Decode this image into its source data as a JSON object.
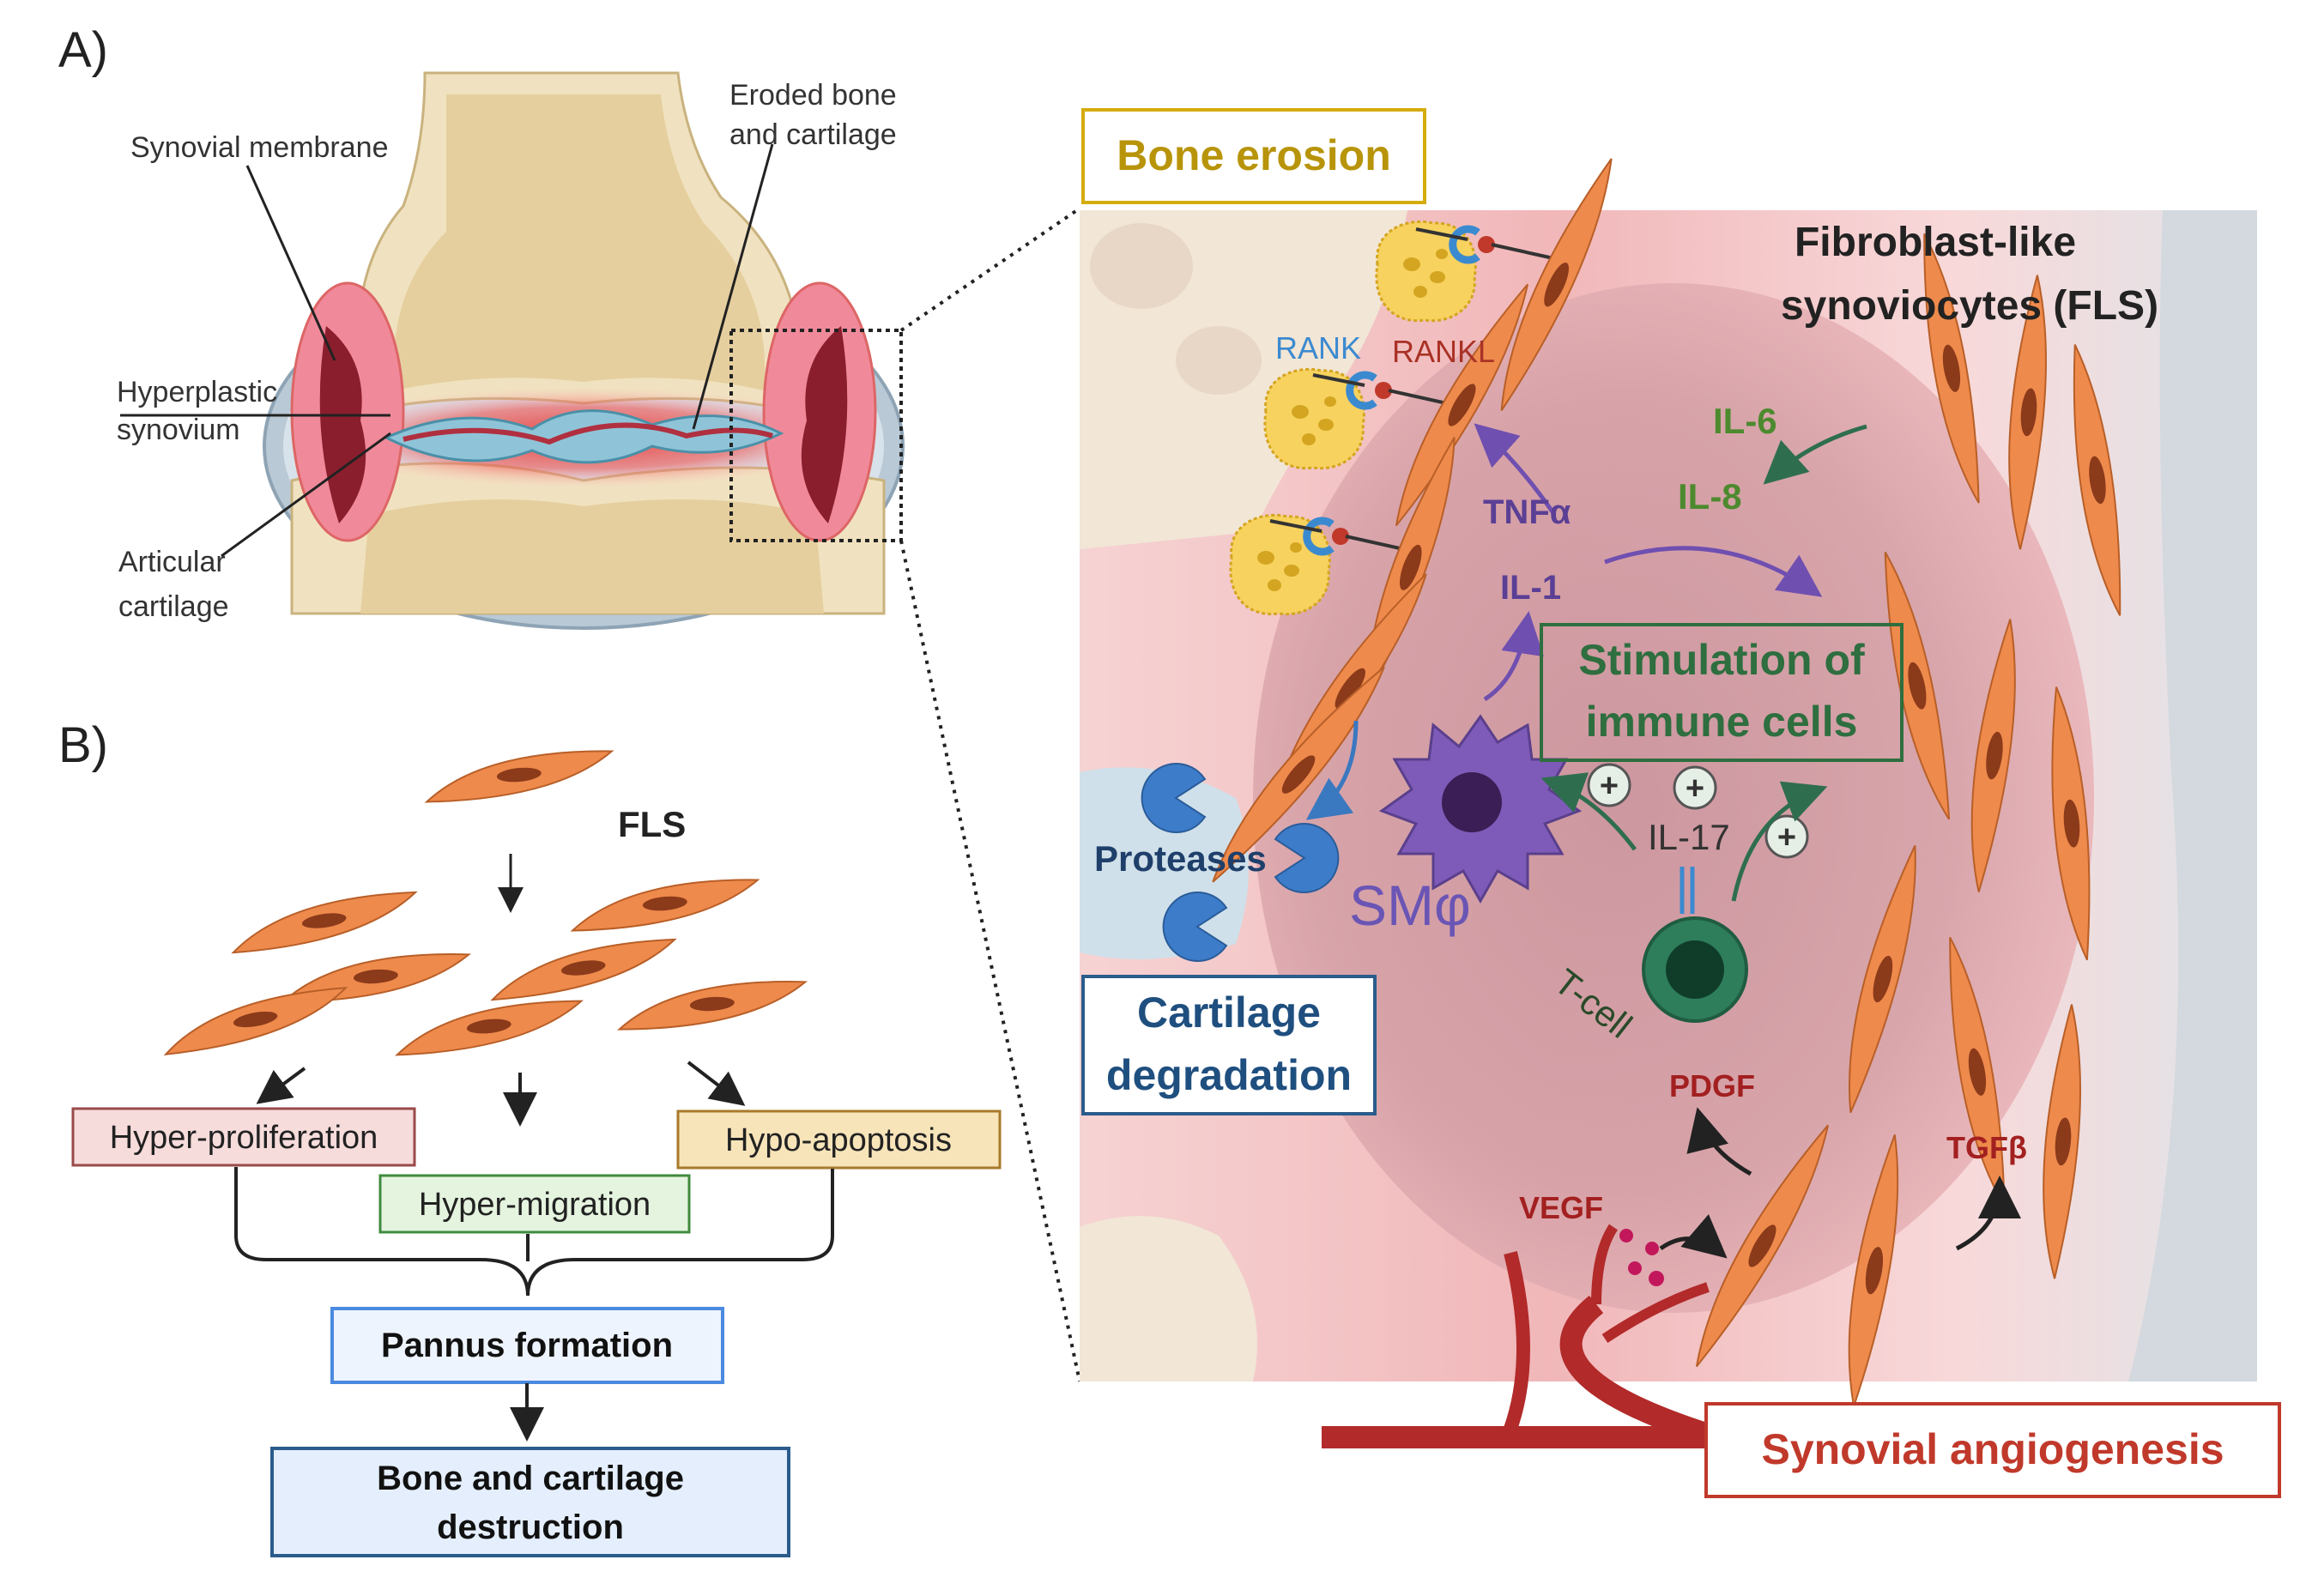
{
  "panel_a": {
    "label": "A)",
    "labels": {
      "synovial_membrane": "Synovial membrane",
      "eroded_line1": "Eroded bone",
      "eroded_line2": "and cartilage",
      "hyper_line1": "Hyperplastic",
      "hyper_line2": "synovium",
      "articular_line1": "Articular",
      "articular_line2": "cartilage"
    }
  },
  "zoom": {
    "bone_erosion": "Bone erosion",
    "fls_line1": "Fibroblast-like",
    "fls_line2": "synoviocytes (FLS)",
    "rank": "RANK",
    "rankl": "RANKL",
    "tnfa": "TNFα",
    "il1": "IL-1",
    "il6": "IL-6",
    "il8": "IL-8",
    "stim_line1": "Stimulation of",
    "stim_line2": "immune cells",
    "il17": "IL-17",
    "plus": "+",
    "proteases": "Proteases",
    "smphi": "SMφ",
    "tcell": "T-cell",
    "cartilage_line1": "Cartilage",
    "cartilage_line2": "degradation",
    "pdgf": "PDGF",
    "tgfb": "TGFβ",
    "vegf": "VEGF",
    "angiogenesis": "Synovial angiogenesis"
  },
  "panel_b": {
    "label": "B)",
    "fls": "FLS",
    "hyper_proliferation": "Hyper-proliferation",
    "hyper_migration": "Hyper-migration",
    "hypo_apoptosis": "Hypo-apoptosis",
    "pannus": "Pannus formation",
    "destruction_line1": "Bone and cartilage",
    "destruction_line2": "destruction"
  },
  "colors": {
    "fls_orange": "#ee8a4c",
    "bone_yellow": "#d4ac0d",
    "green": "#2e6e3f",
    "blue_box": "#2b5c8c",
    "red_box": "#c0392b",
    "purple": "#5b3f95",
    "rank_blue": "#3b8ad0",
    "rankl_red": "#a93226"
  }
}
